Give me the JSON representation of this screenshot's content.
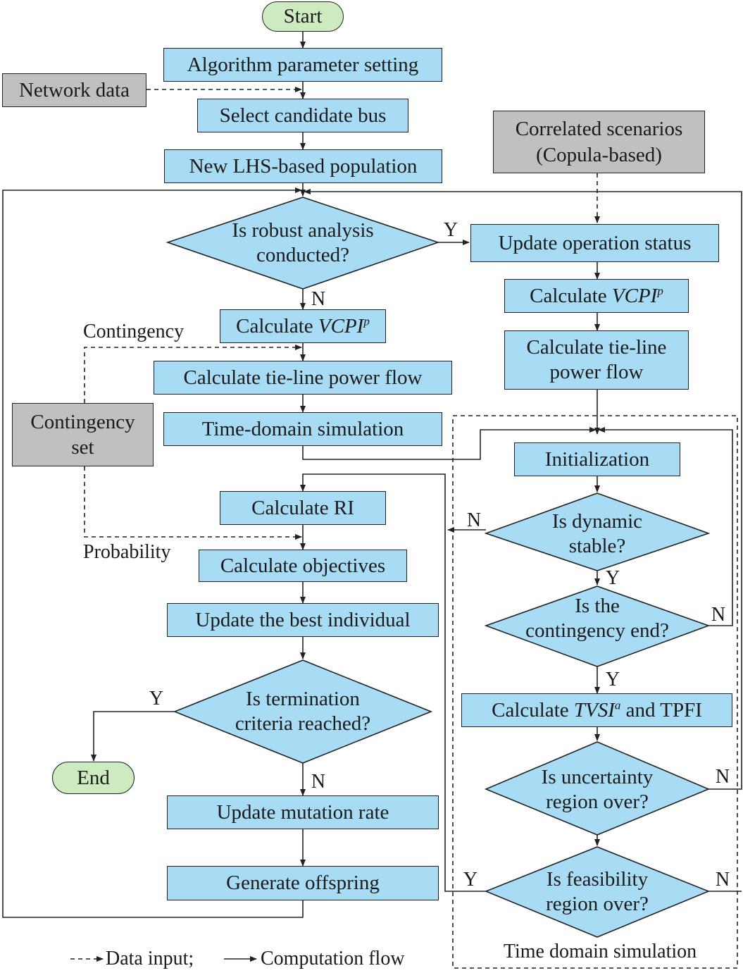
{
  "colors": {
    "process_fill": "#a8dcf4",
    "data_fill": "#c0c0c0",
    "terminal_fill": "#cdeac0",
    "stroke": "#222222"
  },
  "nodes": {
    "start": "Start",
    "algo_param": "Algorithm parameter setting",
    "network_data": "Network data",
    "select_bus": "Select candidate bus",
    "lhs_population": "New LHS-based population",
    "correlated_1": "Correlated scenarios",
    "correlated_2": "(Copula-based)",
    "robust_q_1": "Is robust analysis",
    "robust_q_2": "conducted?",
    "update_status": "Update operation status",
    "calc_vcpi_left_pre": "Calculate ",
    "calc_vcpi_right_pre": "Calculate ",
    "vcpi": "VCPI",
    "vcpi_sup": "p",
    "tie_line_left": "Calculate tie-line power flow",
    "tie_line_right_1": "Calculate tie-line",
    "tie_line_right_2": "power flow",
    "time_domain": "Time-domain simulation",
    "contingency_set_1": "Contingency",
    "contingency_set_2": "set",
    "initialization": "Initialization",
    "calc_ri": "Calculate RI",
    "dyn_q_1": "Is dynamic",
    "dyn_q_2": "stable?",
    "calc_obj": "Calculate objectives",
    "update_best": "Update the best individual",
    "cont_end_q_1": "Is the",
    "cont_end_q_2": "contingency end?",
    "tvsi_pre": "Calculate ",
    "tvsi": "TVSI",
    "tvsi_sup": "a",
    "tvsi_post": " and TPFI",
    "term_q_1": "Is termination",
    "term_q_2": "criteria reached?",
    "end": "End",
    "uncert_q_1": "Is uncertainty",
    "uncert_q_2": "region over?",
    "mutation": "Update mutation rate",
    "feas_q_1": "Is feasibility",
    "feas_q_2": "region over?",
    "offspring": "Generate offspring"
  },
  "labels": {
    "yes": "Y",
    "no": "N",
    "contingency": "Contingency",
    "probability": "Probability",
    "time_domain_region": "Time domain simulation"
  },
  "legend": {
    "data_input": "Data input;",
    "computation_flow": "Computation flow"
  }
}
